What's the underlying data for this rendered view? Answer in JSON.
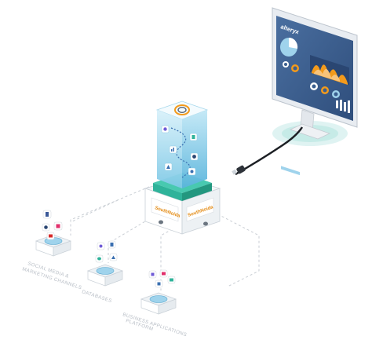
{
  "monitor": {
    "brand": "alteryx"
  },
  "hub": {
    "brand": "SouthNoida"
  },
  "sources": [
    {
      "label_line1": "SOCIAL MEDIA &",
      "label_line2": "MARKETING CHANNELS",
      "icons": [
        "facebook-icon",
        "instagram-icon",
        "chat-icon",
        "youtube-icon"
      ]
    },
    {
      "label_line1": "DATABASES",
      "label_line2": "",
      "icons": [
        "tag-icon",
        "document-icon",
        "database-icon",
        "chart-icon"
      ]
    },
    {
      "label_line1": "BUSINESS APPLICATIONS",
      "label_line2": "PLATFORM",
      "icons": [
        "cart-icon",
        "mail-icon",
        "card-icon",
        "grid-icon"
      ]
    }
  ],
  "tower_icons": [
    "gear-icon",
    "document-icon",
    "chart-icon",
    "cloud-icon",
    "triangle-icon",
    "people-icon"
  ],
  "colors": {
    "tower": "#8fd0ea",
    "tower_dark": "#4aa7cf",
    "base": "#2fb39a",
    "monitor_screen": "#3b5f8f",
    "accent_orange": "#f39a1b"
  }
}
